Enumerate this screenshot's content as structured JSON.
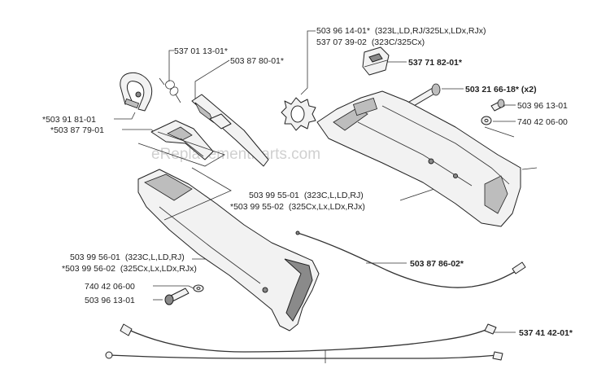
{
  "watermark": "eReplacementParts.com",
  "labels": {
    "p537011301": "537 01 13-01*",
    "p503878001": "503 87 80-01*",
    "p503918101": "*503 91 81-01",
    "p503877901": "*503 87 79-01",
    "p503961401_num": "503 96 14-01*",
    "p503961401_models": "(323L,LD,RJ/325Lx,LDx,RJx)",
    "p537073902_num": "537 07 39-02",
    "p537073902_models": "(323C/325Cx)",
    "p537718201": "537 71 82-01*",
    "p503216618": "503 21 66-18* (x2)",
    "p503961301_r": "503 96 13-01",
    "p740420600_r": "740 42 06-00",
    "p503995501_num": "503 99 55-01",
    "p503995501_models": "(323C,L,LD,RJ)",
    "p503995502_num": "*503 99 55-02",
    "p503995502_models": "(325Cx,Lx,LDx,RJx)",
    "p503995601_num": "503 99 56-01",
    "p503995601_models": "(323C,L,LD,RJ)",
    "p503995602_num": "*503 99 56-02",
    "p503995602_models": "(325Cx,Lx,LDx,RJx)",
    "p740420600_l": "740 42 06-00",
    "p503961301_l": "503 96 13-01",
    "p503878602": "503 87 86-02*",
    "p537414201": "537 41 42-01*"
  }
}
